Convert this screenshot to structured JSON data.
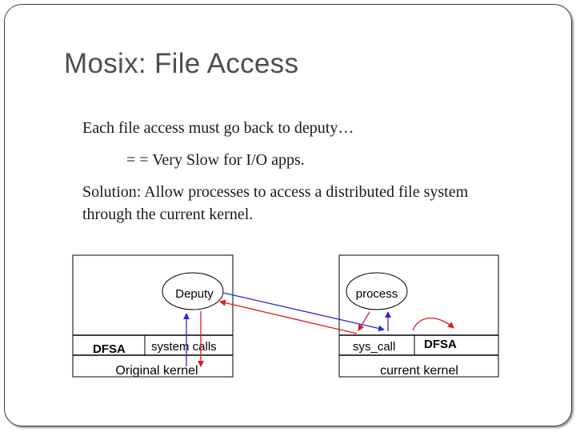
{
  "slide": {
    "title": "Mosix: File Access",
    "bullets": [
      "Each file access must go back to deputy…",
      "= = Very Slow for I/O apps.",
      "Solution: Allow processes to access a distributed file system",
      "through the current kernel."
    ]
  },
  "diagram": {
    "left_node": {
      "process_label": "Deputy",
      "dfsa_label": "DFSA",
      "syscalls_label": "system calls",
      "kernel_label": "Original kernel"
    },
    "right_node": {
      "process_label": "process",
      "syscall_label": "sys_call",
      "dfsa_label": "DFSA",
      "kernel_label": "current kernel"
    },
    "colors": {
      "forward_arrow": "#2b2bd6",
      "return_arrow": "#e01a1a",
      "box_border": "#000000"
    }
  }
}
